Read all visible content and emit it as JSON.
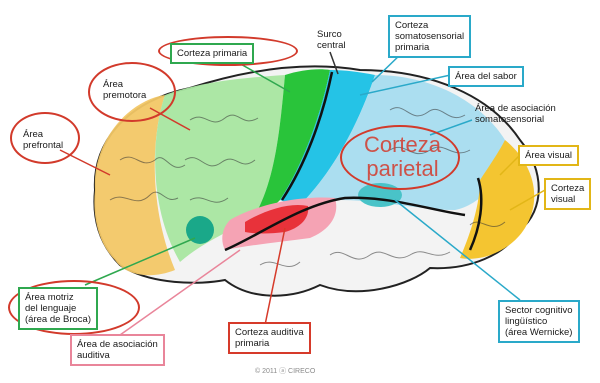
{
  "labels": {
    "corteza_primaria": "Corteza primaria",
    "surco_central": "Surco\ncentral",
    "corteza_somatosensorial": "Corteza\nsomatosensorial\nprimaria",
    "area_premotora": "Área\npremotora",
    "area_prefrontal": "Área\nprefrontal",
    "area_sabor": "Área del sabor",
    "area_asociacion_somato": "Área de asociación\nsomatosensorial",
    "area_visual": "Área visual",
    "corteza_visual": "Corteza\nvisual",
    "corteza_parietal": "Corteza\nparietal",
    "area_motriz_lenguaje": "Área motriz\ndel lenguaje\n(área de Broca)",
    "area_asociacion_auditiva": "Área de asociación\nauditiva",
    "corteza_auditiva_primaria": "Corteza auditiva\nprimaria",
    "sector_cognitivo": "Sector cognitivo\nlingüístico\n(área Wernicke)"
  },
  "credit": "© 2011 ⓐ CIRECO",
  "colors": {
    "prefrontal": "#f2c766",
    "premotor": "#a8e6a0",
    "motor": "#29c43a",
    "somatosensory": "#25c3e6",
    "parietal_assoc": "#a7dcef",
    "visual": "#f4c531",
    "auditory_assoc": "#f5a3b4",
    "auditory_primary": "#e8323a",
    "broca": "#1aa889",
    "wernicke": "#49c3c8",
    "highlight_ring": "#d23a2b"
  }
}
